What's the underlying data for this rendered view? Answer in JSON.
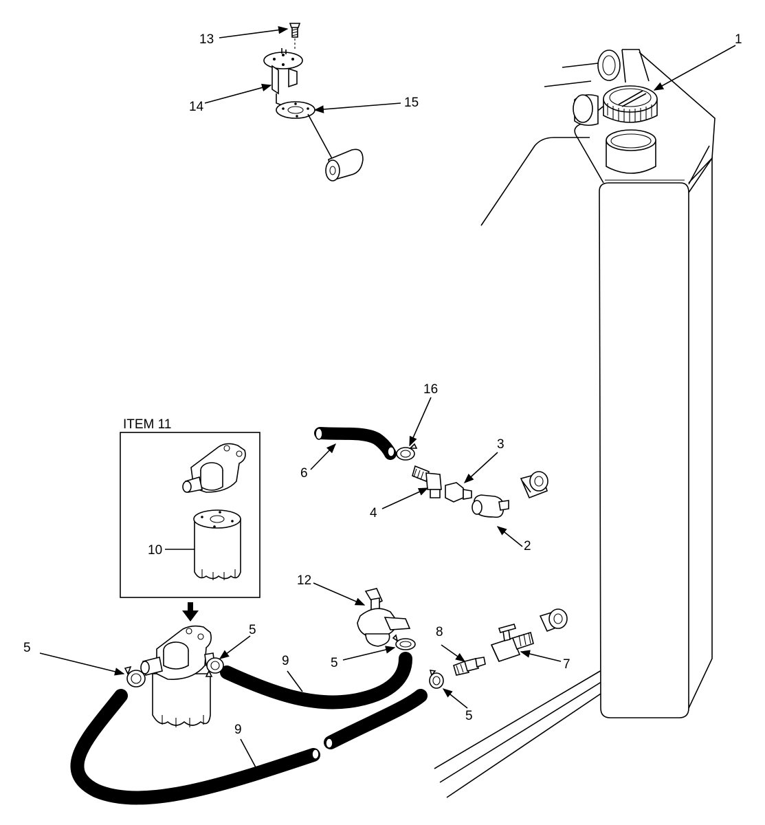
{
  "figure": {
    "inset_title": "ITEM 11",
    "callouts": {
      "c1": "1",
      "c2": "2",
      "c3": "3",
      "c4": "4",
      "c5a": "5",
      "c5b": "5",
      "c5c": "5",
      "c5d": "5",
      "c6": "6",
      "c7": "7",
      "c8": "8",
      "c9a": "9",
      "c9b": "9",
      "c10": "10",
      "c12": "12",
      "c13": "13",
      "c14": "14",
      "c15": "15",
      "c16": "16"
    }
  }
}
